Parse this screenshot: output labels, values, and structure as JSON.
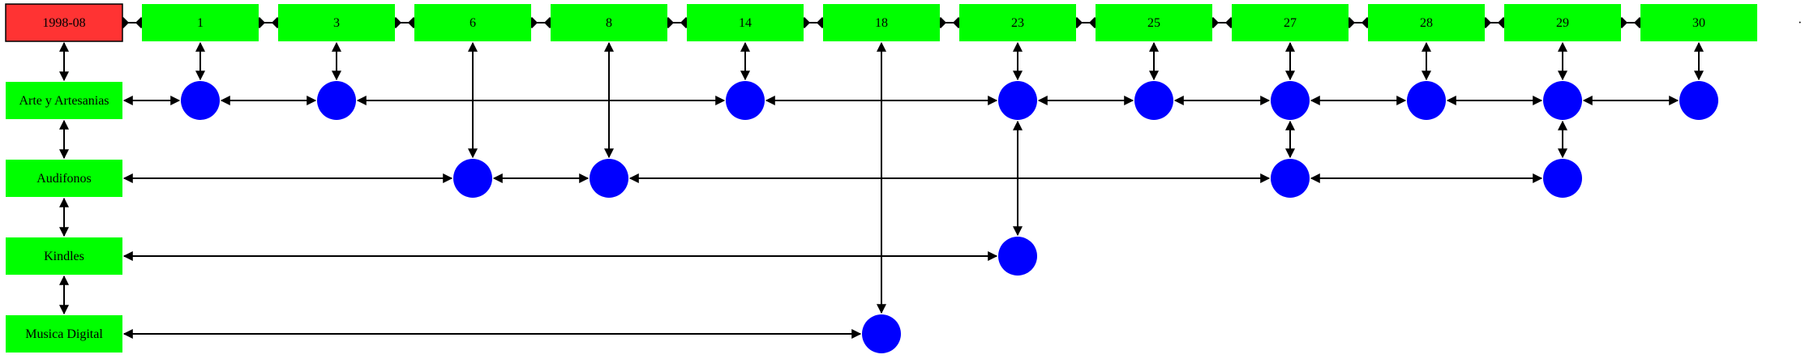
{
  "colors": {
    "header_fill": "#ff3333",
    "box_fill": "#00ff00",
    "node_fill": "#0000ff",
    "edge": "#000000"
  },
  "header": {
    "label": "1998-08"
  },
  "columns": [
    "1",
    "3",
    "6",
    "8",
    "14",
    "18",
    "23",
    "25",
    "27",
    "28",
    "29",
    "30"
  ],
  "continuation": "· ·",
  "rows": [
    {
      "label": "Arte y Artesanias",
      "nodes": [
        "1",
        "3",
        "14",
        "23",
        "25",
        "27",
        "28",
        "29",
        "30"
      ]
    },
    {
      "label": "Audifonos",
      "nodes": [
        "6",
        "8",
        "27",
        "29"
      ]
    },
    {
      "label": "Kindles",
      "nodes": [
        "23"
      ]
    },
    {
      "label": "Musica Digital",
      "nodes": [
        "18"
      ]
    }
  ]
}
